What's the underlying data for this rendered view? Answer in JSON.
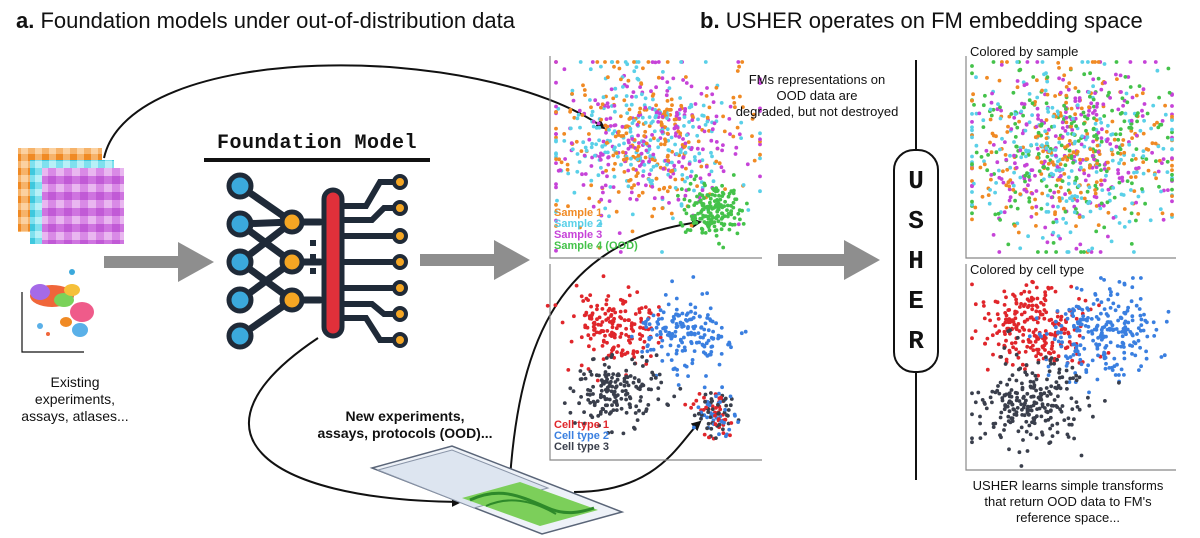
{
  "headings": {
    "a_prefix": "a.",
    "a_text": "Foundation models under out-of-distribution data",
    "b_prefix": "b.",
    "b_text": "USHER operates on FM embedding space"
  },
  "left": {
    "caption_line1": "Existing experiments,",
    "caption_line2": "assays, atlases..."
  },
  "model": {
    "title": "Foundation Model"
  },
  "ood": {
    "label_line1": "New experiments,",
    "label_line2": "assays, protocols (OOD)..."
  },
  "fm_panel": {
    "annotation_line1": "FMs representations on",
    "annotation_line2": "OOD data are",
    "annotation_line3": "degraded, but not destroyed",
    "sample_legend": [
      {
        "label": "Sample 1",
        "color": "#f08a24"
      },
      {
        "label": "Sample 2",
        "color": "#5ad0e8"
      },
      {
        "label": "Sample 3",
        "color": "#c643d8"
      },
      {
        "label": "Sample 4 (OOD)",
        "color": "#44c24a"
      }
    ],
    "cell_legend": [
      {
        "label": "Cell type 1",
        "color": "#e0262b"
      },
      {
        "label": "Cell type 2",
        "color": "#3a7fe0"
      },
      {
        "label": "Cell type 3",
        "color": "#3a3f4c"
      }
    ]
  },
  "usher": {
    "letters": [
      "U",
      "S",
      "H",
      "E",
      "R"
    ],
    "panel_top_label": "Colored by sample",
    "panel_bottom_label": "Colored by cell type",
    "caption_line1": "USHER learns simple transforms",
    "caption_line2": "that return OOD data to FM's",
    "caption_line3": "reference space..."
  },
  "colors": {
    "node_blue": "#3ba9dc",
    "node_orange": "#f5a623",
    "bar_red": "#e0303a",
    "arrow_gray": "#8e8e8e"
  }
}
